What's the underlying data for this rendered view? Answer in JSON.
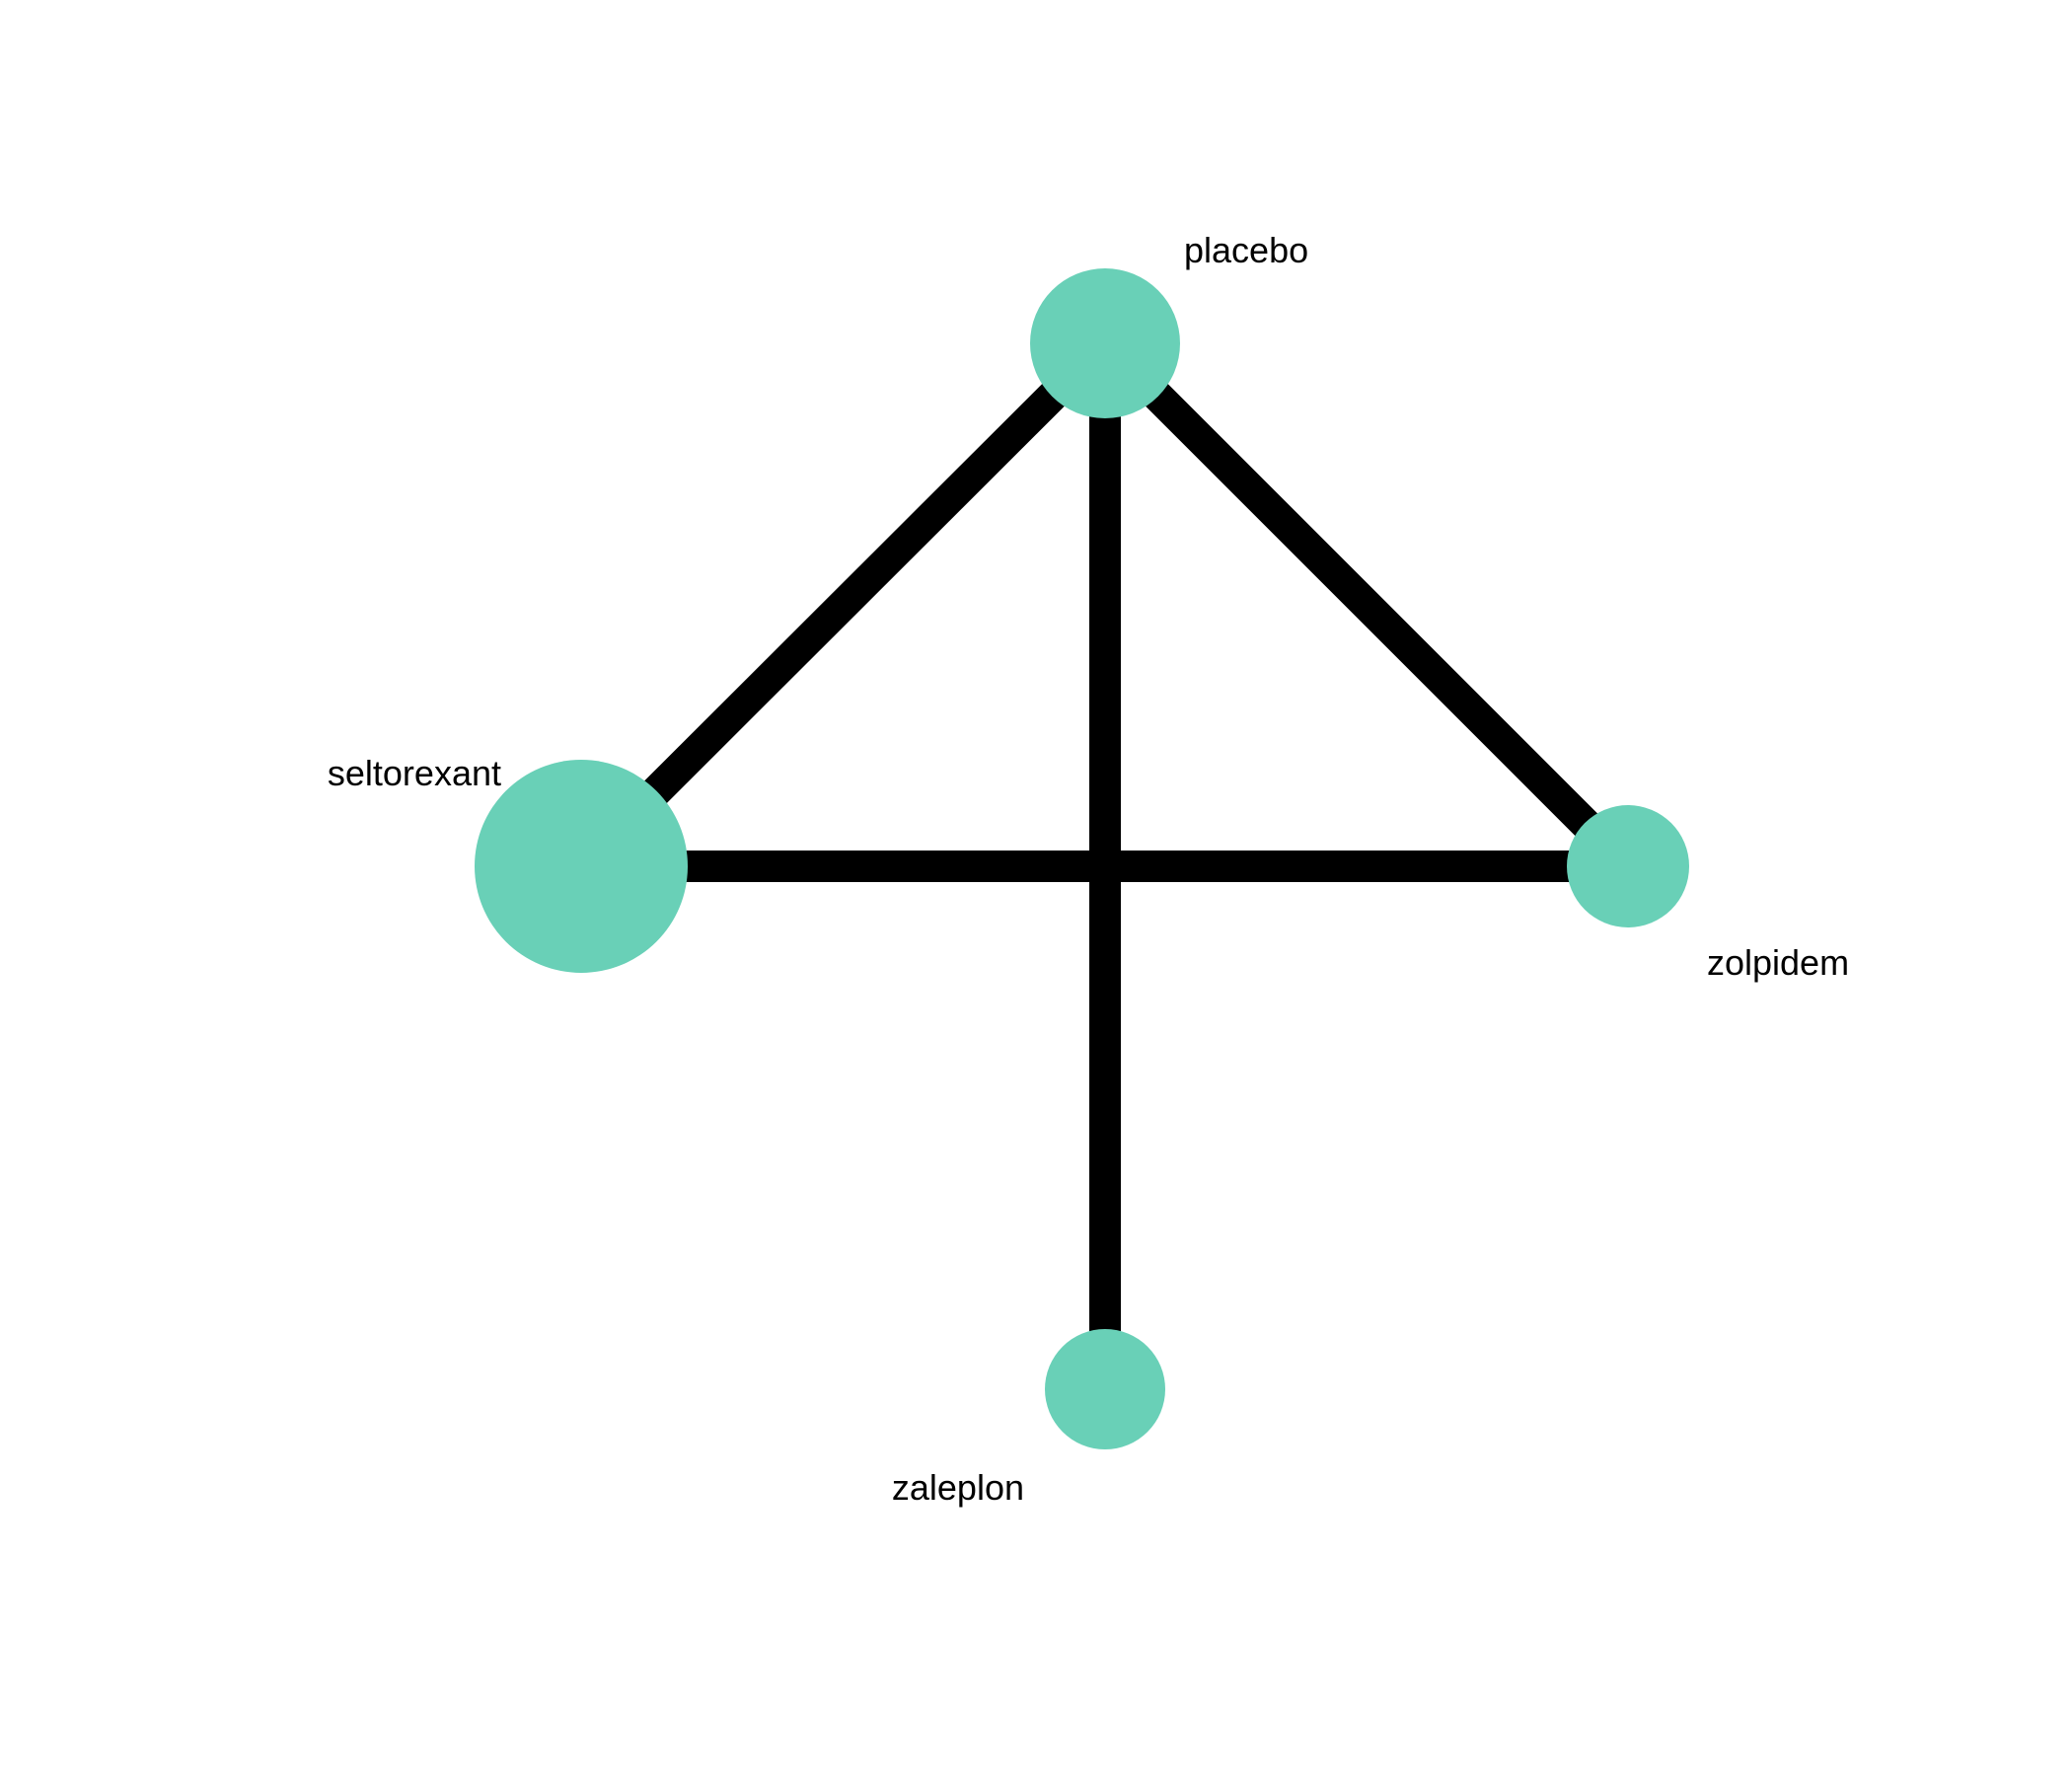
{
  "colors": {
    "node_fill": "#69d0b7",
    "edge_stroke": "#000000",
    "label_text": "#000000",
    "background": "#ffffff"
  },
  "network": {
    "nodes": [
      {
        "id": "placebo",
        "label": "placebo"
      },
      {
        "id": "seltorexant",
        "label": "seltorexant"
      },
      {
        "id": "zolpidem",
        "label": "zolpidem"
      },
      {
        "id": "zaleplon",
        "label": "zaleplon"
      }
    ],
    "edges": [
      {
        "from": "placebo",
        "to": "seltorexant"
      },
      {
        "from": "placebo",
        "to": "zolpidem"
      },
      {
        "from": "placebo",
        "to": "zaleplon"
      },
      {
        "from": "seltorexant",
        "to": "zolpidem"
      }
    ]
  }
}
